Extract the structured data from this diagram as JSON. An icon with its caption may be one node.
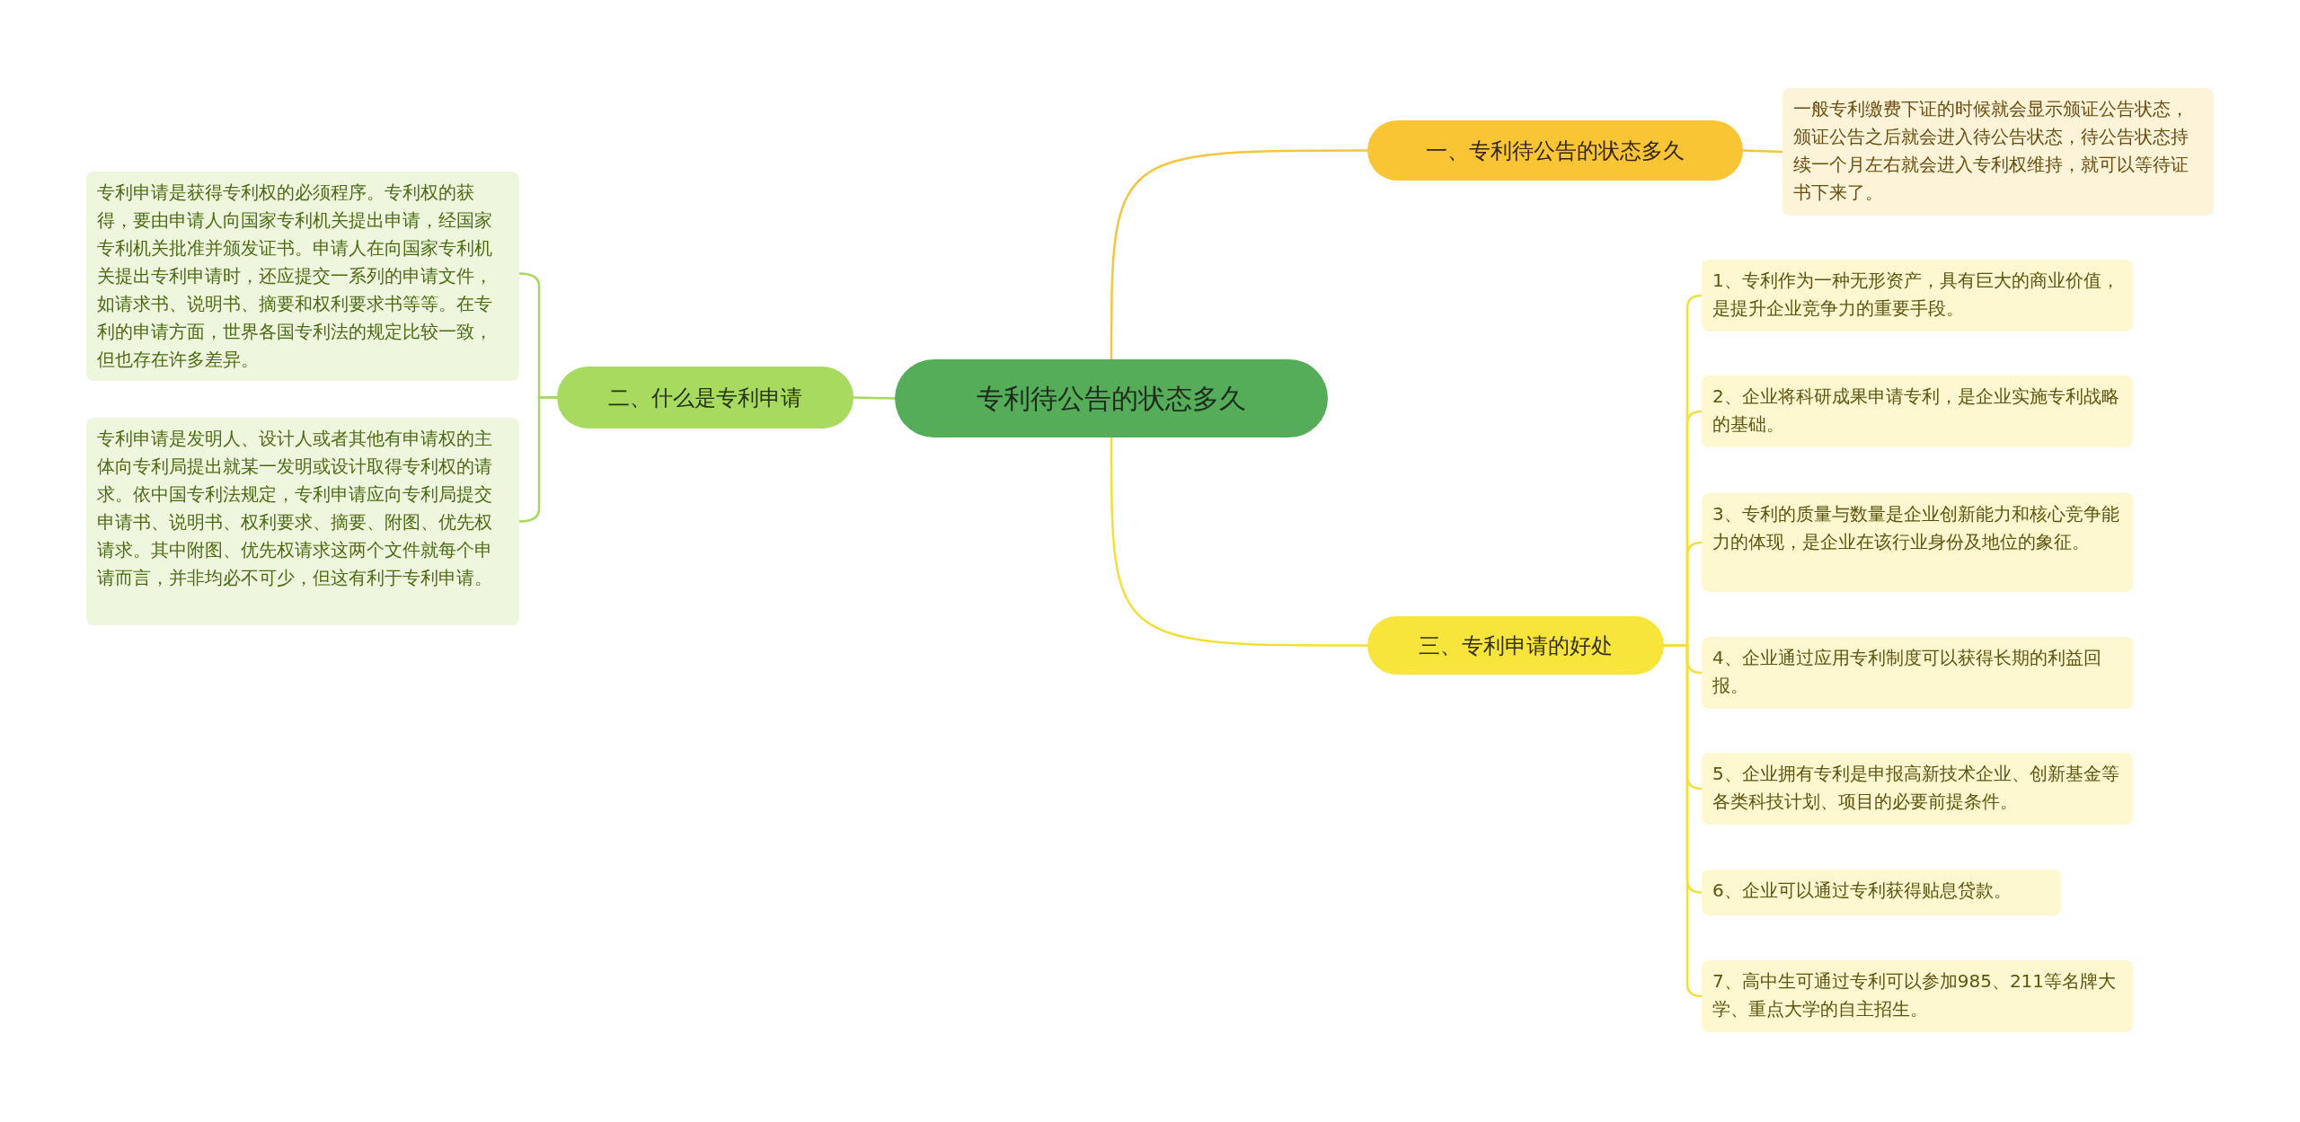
{
  "diagram": {
    "nodes": [
      {
        "text": [
          "专利待公告的状态多久"
        ]
      },
      {
        "text": [
          "一、专利待公告的状态多久"
        ]
      },
      {
        "text": [
          "一般专利缴费下证的时候就会显示颁证公告状态，颁证公告之后就会进入待公告状态，待公告状态持续一个月左右就会进入专利权维持，就可以等待证书下来了。"
        ]
      },
      {
        "text": [
          "二、什么是专利申请"
        ]
      },
      {
        "text": [
          "专利申请是获得专利权的必须程序。专利权的获得，要由申请人向国家专利机关提出申请，经国家专利机关批准并颁发证书。申请人在向国家专利机关提出专利申请时，还应提交一系列的申请文件，如请求书、说明书、摘要和权利要求书等等。在专利的申请方面，世界各国专利法的规定比较一致，但也存在许多差异。"
        ]
      },
      {
        "text": [
          "专利申请是发明人、设计人或者其他有申请权的主体向专利局提出就某一发明或设计取得专利权的请求。依中国专利法规定，专利申请应向专利局提交申请书、说明书、权利要求、摘要、附图、优先权请求。其中附图、优先权请求这两个文件就每个申请而言，并非均必不可少，但这有利于专利申请。"
        ]
      },
      {
        "text": [
          "三、专利申请的好处"
        ]
      },
      {
        "text": [
          "1、专利作为一种无形资产，具有巨大的商业价值，是提升企业竞争力的重要手段。"
        ]
      },
      {
        "text": [
          "2、企业将科研成果申请专利，是企业实施专利战略的基础。"
        ]
      },
      {
        "text": [
          "3、专利的质量与数量是企业创新能力和核心竞争能力的体现，是企业在该行业身份及地位的象征。"
        ]
      },
      {
        "text": [
          "4、企业通过应用专利制度可以获得长期的利益回报。"
        ]
      },
      {
        "text": [
          "5、企业拥有专利是申报高新技术企业、创新基金等各类科技计划、项目的必要前提条件。"
        ]
      },
      {
        "text": [
          "6、企业可以通过专利获得贴息贷款。"
        ]
      },
      {
        "text": [
          "7、高中生可通过专利可以参加985、211等名牌大学、重点大学的自主招生。"
        ]
      }
    ],
    "edges": [
      {
        "from": 0,
        "to": 1,
        "arrow": "none",
        "color": "#f5c542"
      },
      {
        "from": 1,
        "to": 2,
        "arrow": "none",
        "color": "#f5c542"
      },
      {
        "from": 0,
        "to": 3,
        "arrow": "none",
        "color": "#a5d85c"
      },
      {
        "from": 3,
        "to": 4,
        "arrow": "none",
        "color": "#a5d85c"
      },
      {
        "from": 3,
        "to": 5,
        "arrow": "none",
        "color": "#a5d85c"
      },
      {
        "from": 0,
        "to": 6,
        "arrow": "none"
      },
      {
        "from": 6,
        "to": 7,
        "arrow": "none"
      },
      {
        "from": 6,
        "to": 8,
        "arrow": "none"
      },
      {
        "from": 6,
        "to": 9,
        "arrow": "none"
      },
      {
        "from": 6,
        "to": 10,
        "arrow": "none"
      },
      {
        "from": 6,
        "to": 11,
        "arrow": "none"
      },
      {
        "from": 6,
        "to": 12,
        "arrow": "none"
      },
      {
        "from": 6,
        "to": 13,
        "arrow": "none"
      }
    ]
  }
}
